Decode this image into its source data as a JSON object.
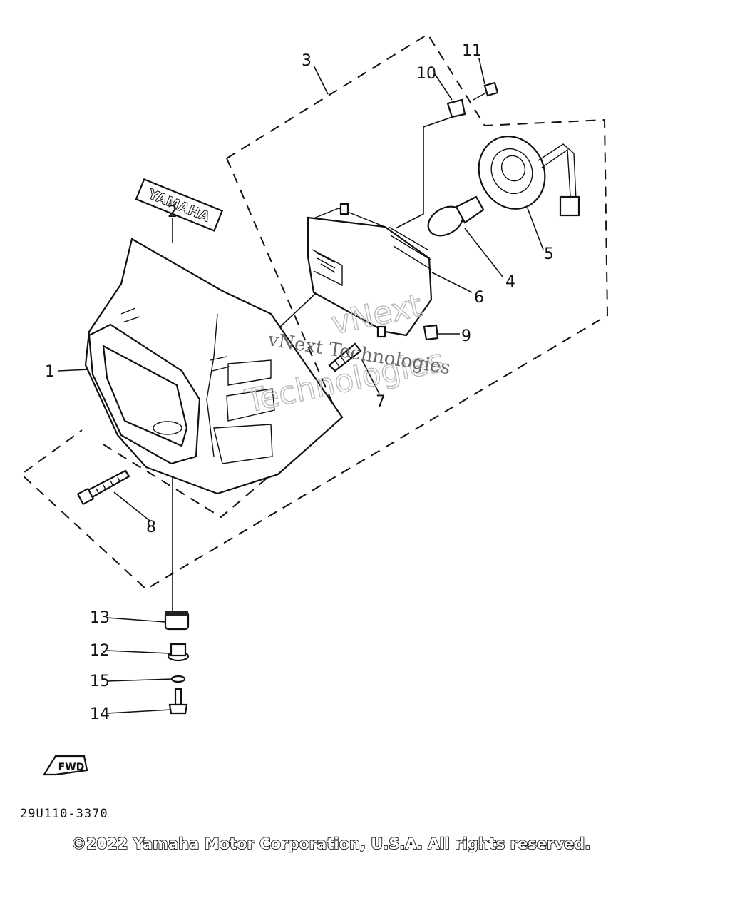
{
  "callouts": [
    {
      "num": "1"
    },
    {
      "num": "2"
    },
    {
      "num": "3"
    },
    {
      "num": "4"
    },
    {
      "num": "5"
    },
    {
      "num": "6"
    },
    {
      "num": "7"
    },
    {
      "num": "8"
    },
    {
      "num": "9"
    },
    {
      "num": "10"
    },
    {
      "num": "11"
    },
    {
      "num": "12"
    },
    {
      "num": "13"
    },
    {
      "num": "14"
    },
    {
      "num": "15"
    }
  ],
  "emblem_text": "YAMAHA",
  "fwd_label": "FWD",
  "diagram_code": "29U110-3370",
  "copyright": "©2022 Yamaha Motor Corporation, U.S.A. All rights reserved.",
  "watermark": {
    "line1": "vNext Technologies",
    "outline1": "vNext",
    "outline2": "Technologies"
  }
}
